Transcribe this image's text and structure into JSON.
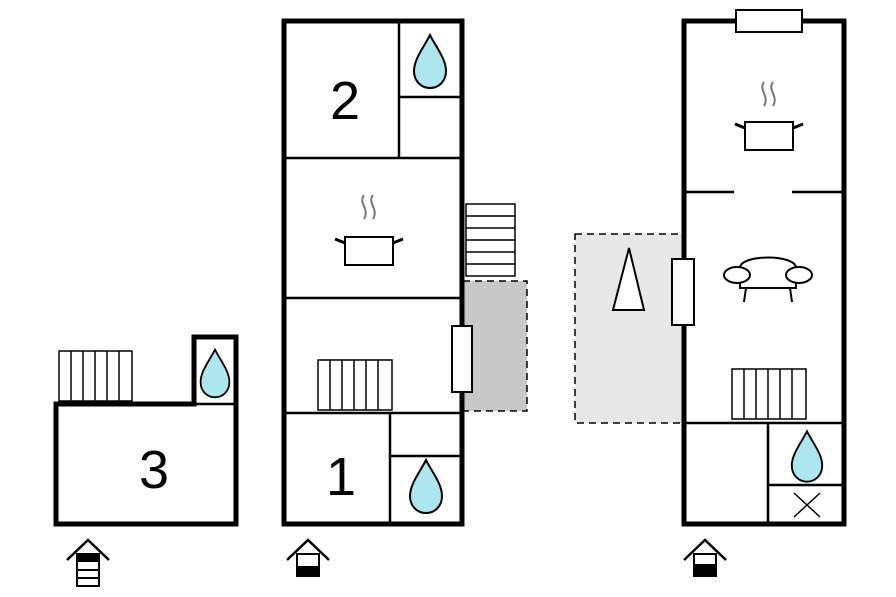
{
  "colors": {
    "wall": "#000000",
    "water_drop": "#aee6f0",
    "covered_terrace": "#c8c8c8",
    "open_terrace": "#e8e8e8",
    "fireplace_bg": "#ffffff",
    "entrance_fill": "#000000"
  },
  "floors": [
    {
      "id": "floor-3",
      "room_labels": [
        "3"
      ],
      "icons": [
        "radiator-icon",
        "water-drop-icon",
        "entrance-icon"
      ]
    },
    {
      "id": "floor-main",
      "room_labels": [
        "2",
        "1"
      ],
      "icons": [
        "water-drop-icon",
        "cooking-pot-icon",
        "stairs-icon",
        "radiator-icon",
        "water-drop-icon",
        "entrance-icon"
      ]
    },
    {
      "id": "floor-ground",
      "room_labels": [],
      "icons": [
        "fireplace-icon",
        "cooking-pot-icon",
        "sofa-icon",
        "radiator-icon",
        "water-drop-icon",
        "storage-x-icon",
        "entrance-icon",
        "tent-icon"
      ]
    }
  ],
  "labels": {
    "room_3": "3",
    "room_2": "2",
    "room_1": "1"
  }
}
